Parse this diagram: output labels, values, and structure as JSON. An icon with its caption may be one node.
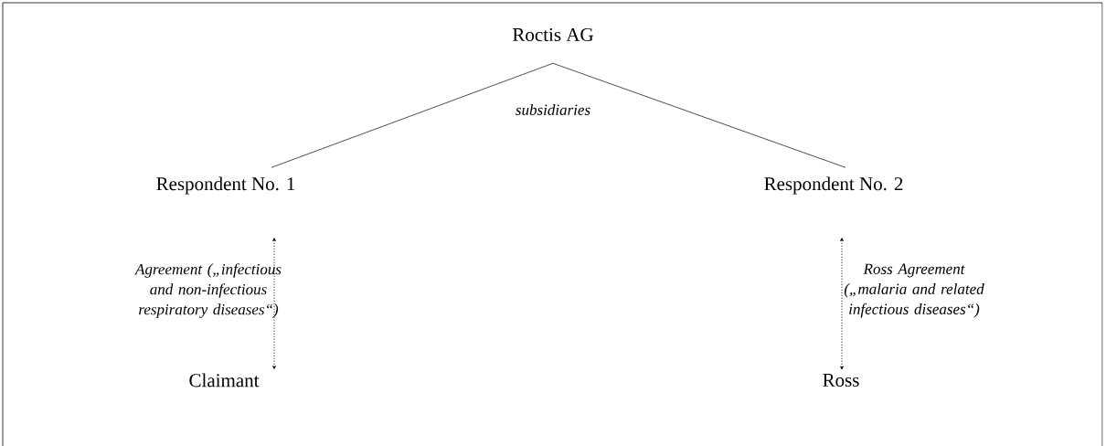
{
  "diagram": {
    "nodes": [
      {
        "text": [
          "Roctis AG"
        ]
      },
      {
        "text": [
          "Respondent No. 1"
        ]
      },
      {
        "text": [
          "Respondent No. 2"
        ]
      },
      {
        "text": [
          "Claimant"
        ]
      },
      {
        "text": [
          "Ross"
        ]
      }
    ],
    "edges": [
      {
        "from": 0,
        "to": 1,
        "arrow": "none"
      },
      {
        "from": 0,
        "to": 2,
        "arrow": "none"
      },
      {
        "from": 1,
        "to": 3,
        "arrow": "both",
        "style": "dashed",
        "label": "Agreement („infectious and non-infectious respiratory diseases“)"
      },
      {
        "from": 2,
        "to": 4,
        "arrow": "both",
        "style": "dashed",
        "label": "Ross Agreement („malaria and related infectious diseases“)"
      }
    ],
    "labels": [
      "subsidiaries"
    ]
  }
}
